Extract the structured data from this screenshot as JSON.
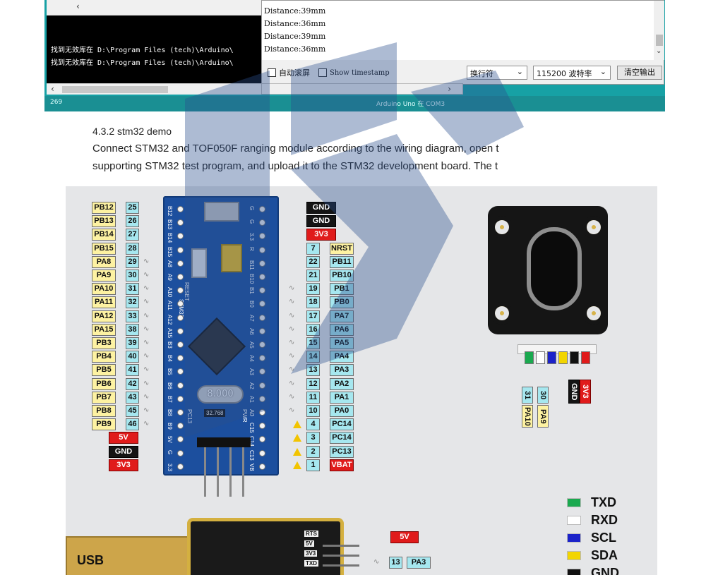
{
  "ide": {
    "console_lines": [
      "找到无效库在 D:\\Program Files (tech)\\Arduino\\",
      "找到无效库在 D:\\Program Files (tech)\\Arduino\\"
    ],
    "status_left": "269",
    "status_right": "Arduino Uno 在 COM3"
  },
  "serial_monitor": {
    "lines": [
      "Distance:39mm",
      "Distance:36mm",
      "Distance:39mm",
      "Distance:36mm"
    ],
    "autoscroll_label": "自动滚屏",
    "timestamp_label": "Show timestamp",
    "line_ending": "换行符",
    "baud": "115200 波特率",
    "clear_button": "清空输出"
  },
  "text": {
    "heading": "4.3.2 stm32 demo",
    "line1": "Connect STM32 and TOF050F  ranging module according to the wiring diagram, open t",
    "line2": "supporting STM32 test program, and upload it to the STM32 development board. The t"
  },
  "diagram": {
    "left_labels": [
      "PB12",
      "PB13",
      "PB14",
      "PB15",
      "PA8",
      "PA9",
      "PA10",
      "PA11",
      "PA12",
      "PA15",
      "PB3",
      "PB4",
      "PB5",
      "PB6",
      "PB7",
      "PB8",
      "PB9"
    ],
    "left_numbers": [
      "25",
      "26",
      "27",
      "28",
      "29",
      "30",
      "31",
      "32",
      "33",
      "38",
      "39",
      "40",
      "41",
      "42",
      "43",
      "45",
      "46"
    ],
    "left_power": [
      "5V",
      "GND",
      "3V3"
    ],
    "right_power": [
      "GND",
      "GND",
      "3V3"
    ],
    "right_numbers": [
      "7",
      "22",
      "21",
      "19",
      "18",
      "17",
      "16",
      "15",
      "14",
      "13",
      "12",
      "11",
      "10",
      "4",
      "3",
      "2",
      "1"
    ],
    "right_labels": [
      "NRST",
      "PB11",
      "PB10",
      "PB1",
      "PB0",
      "PA7",
      "PA6",
      "PA5",
      "PA4",
      "PA3",
      "PA2",
      "PA1",
      "PA0",
      "PC14",
      "PC14",
      "PC13",
      "VBAT"
    ],
    "board_left_pins": [
      "B12",
      "B13",
      "B14",
      "B15",
      "A8",
      "A9",
      "A10",
      "A11",
      "A12",
      "A15",
      "B3",
      "B4",
      "B5",
      "B6",
      "B7",
      "B8",
      "B9",
      "5V",
      "G",
      "3.3"
    ],
    "board_right_pins": [
      "G",
      "G",
      "3.3",
      "R",
      "B11",
      "B10",
      "B1",
      "B0",
      "A7",
      "A6",
      "A5",
      "A4",
      "A3",
      "A2",
      "A1",
      "A0",
      "C15",
      "C14",
      "C13",
      "VB"
    ],
    "board_text": {
      "reset": "RESET",
      "model": "STM32",
      "crystal": "8.000",
      "rtc": "32.768",
      "pwr": "PWR",
      "pc13": "PC13"
    },
    "tof_numbers": [
      "31",
      "30"
    ],
    "tof_labels": [
      "PA10",
      "PA9"
    ],
    "tof_power": [
      "GND",
      "3V3"
    ],
    "usb_label": "USB",
    "usb_module_pins": [
      "RTS",
      "5V",
      "3V3",
      "TXD"
    ],
    "usb_right": {
      "power": "5V",
      "numbers": [
        "13"
      ],
      "labels": [
        "PA3"
      ]
    },
    "legend": [
      {
        "name": "TXD",
        "color": "#1aa94f"
      },
      {
        "name": "RXD",
        "color": "#ffffff"
      },
      {
        "name": "SCL",
        "color": "#1b22c9"
      },
      {
        "name": "SDA",
        "color": "#f2d500"
      },
      {
        "name": "GND",
        "color": "#111111"
      }
    ],
    "wire_colors": [
      "#1aa94f",
      "#ffffff",
      "#1b22c9",
      "#f2d500",
      "#111111",
      "#e01b1b"
    ]
  }
}
